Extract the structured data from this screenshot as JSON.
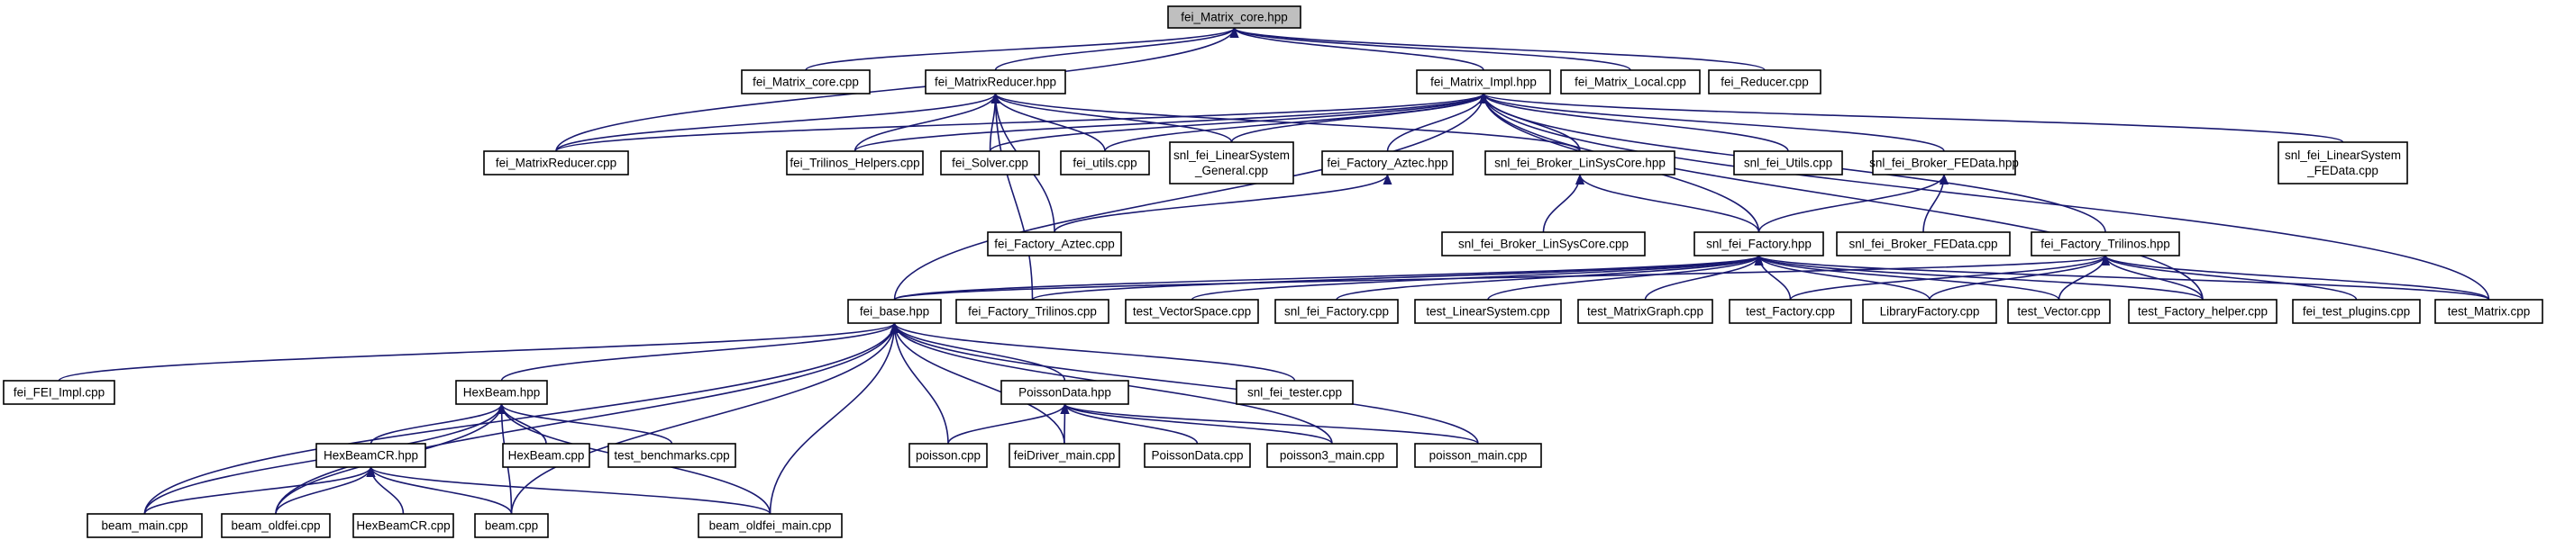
{
  "diagram": {
    "type": "include-dependency-graph",
    "colors": {
      "edge": "#191970",
      "root_fill": "#bfbfbf",
      "node_fill": "#ffffff",
      "border": "#000000"
    },
    "nodes": [
      {
        "id": "n0",
        "label": "fei_Matrix_core.hpp",
        "root": true
      },
      {
        "id": "n1",
        "label": "fei_Matrix_core.cpp"
      },
      {
        "id": "n2",
        "label": "fei_MatrixReducer.hpp"
      },
      {
        "id": "n3",
        "label": "fei_Matrix_Impl.hpp"
      },
      {
        "id": "n4",
        "label": "fei_Matrix_Local.cpp"
      },
      {
        "id": "n5",
        "label": "fei_Reducer.cpp"
      },
      {
        "id": "n6",
        "label": "fei_MatrixReducer.cpp"
      },
      {
        "id": "n7",
        "label": "fei_Trilinos_Helpers.cpp"
      },
      {
        "id": "n8",
        "label": "fei_Solver.cpp"
      },
      {
        "id": "n9",
        "label": "fei_utils.cpp"
      },
      {
        "id": "n10",
        "label": [
          "snl_fei_LinearSystem",
          "_General.cpp"
        ]
      },
      {
        "id": "n11",
        "label": "fei_Factory_Aztec.hpp"
      },
      {
        "id": "n12",
        "label": "snl_fei_Broker_LinSysCore.hpp"
      },
      {
        "id": "n13",
        "label": "snl_fei_Utils.cpp"
      },
      {
        "id": "n14",
        "label": "snl_fei_Broker_FEData.hpp"
      },
      {
        "id": "n15",
        "label": [
          "snl_fei_LinearSystem",
          "_FEData.cpp"
        ]
      },
      {
        "id": "n16",
        "label": "fei_Factory_Aztec.cpp"
      },
      {
        "id": "n17",
        "label": "snl_fei_Broker_LinSysCore.cpp"
      },
      {
        "id": "n18",
        "label": "snl_fei_Factory.hpp"
      },
      {
        "id": "n19",
        "label": "snl_fei_Broker_FEData.cpp"
      },
      {
        "id": "n20",
        "label": "fei_Factory_Trilinos.hpp"
      },
      {
        "id": "n21",
        "label": "fei_base.hpp"
      },
      {
        "id": "n22",
        "label": "fei_Factory_Trilinos.cpp"
      },
      {
        "id": "n23",
        "label": "test_VectorSpace.cpp"
      },
      {
        "id": "n24",
        "label": "snl_fei_Factory.cpp"
      },
      {
        "id": "n25",
        "label": "test_LinearSystem.cpp"
      },
      {
        "id": "n26",
        "label": "test_MatrixGraph.cpp"
      },
      {
        "id": "n27",
        "label": "test_Factory.cpp"
      },
      {
        "id": "n28",
        "label": "LibraryFactory.cpp"
      },
      {
        "id": "n29",
        "label": "test_Vector.cpp"
      },
      {
        "id": "n30",
        "label": "test_Factory_helper.cpp"
      },
      {
        "id": "n31",
        "label": "fei_test_plugins.cpp"
      },
      {
        "id": "n32",
        "label": "test_Matrix.cpp"
      },
      {
        "id": "n33",
        "label": "fei_FEI_Impl.cpp"
      },
      {
        "id": "n34",
        "label": "HexBeam.hpp"
      },
      {
        "id": "n35",
        "label": "PoissonData.hpp"
      },
      {
        "id": "n36",
        "label": "snl_fei_tester.cpp"
      },
      {
        "id": "n37",
        "label": "HexBeamCR.hpp"
      },
      {
        "id": "n38",
        "label": "HexBeam.cpp"
      },
      {
        "id": "n39",
        "label": "test_benchmarks.cpp"
      },
      {
        "id": "n40",
        "label": "poisson.cpp"
      },
      {
        "id": "n41",
        "label": "feiDriver_main.cpp"
      },
      {
        "id": "n42",
        "label": "PoissonData.cpp"
      },
      {
        "id": "n43",
        "label": "poisson3_main.cpp"
      },
      {
        "id": "n44",
        "label": "poisson_main.cpp"
      },
      {
        "id": "n45",
        "label": "beam_main.cpp"
      },
      {
        "id": "n46",
        "label": "beam_oldfei.cpp"
      },
      {
        "id": "n47",
        "label": "HexBeamCR.cpp"
      },
      {
        "id": "n48",
        "label": "beam.cpp"
      },
      {
        "id": "n49",
        "label": "beam_oldfei_main.cpp"
      }
    ],
    "edges": [
      [
        "n1",
        "n0"
      ],
      [
        "n2",
        "n0"
      ],
      [
        "n3",
        "n0"
      ],
      [
        "n4",
        "n0"
      ],
      [
        "n5",
        "n0"
      ],
      [
        "n6",
        "n0"
      ],
      [
        "n6",
        "n2"
      ],
      [
        "n7",
        "n2"
      ],
      [
        "n8",
        "n2"
      ],
      [
        "n9",
        "n2"
      ],
      [
        "n10",
        "n2"
      ],
      [
        "n12",
        "n2"
      ],
      [
        "n16",
        "n2"
      ],
      [
        "n22",
        "n2"
      ],
      [
        "n6",
        "n3"
      ],
      [
        "n7",
        "n3"
      ],
      [
        "n8",
        "n3"
      ],
      [
        "n9",
        "n3"
      ],
      [
        "n10",
        "n3"
      ],
      [
        "n11",
        "n3"
      ],
      [
        "n12",
        "n3"
      ],
      [
        "n13",
        "n3"
      ],
      [
        "n14",
        "n3"
      ],
      [
        "n15",
        "n3"
      ],
      [
        "n18",
        "n3"
      ],
      [
        "n20",
        "n3"
      ],
      [
        "n30",
        "n3"
      ],
      [
        "n32",
        "n3"
      ],
      [
        "n21",
        "n3"
      ],
      [
        "n16",
        "n11"
      ],
      [
        "n17",
        "n12"
      ],
      [
        "n18",
        "n12"
      ],
      [
        "n19",
        "n14"
      ],
      [
        "n18",
        "n14"
      ],
      [
        "n21",
        "n18"
      ],
      [
        "n22",
        "n18"
      ],
      [
        "n23",
        "n18"
      ],
      [
        "n24",
        "n18"
      ],
      [
        "n25",
        "n18"
      ],
      [
        "n26",
        "n18"
      ],
      [
        "n27",
        "n18"
      ],
      [
        "n28",
        "n18"
      ],
      [
        "n29",
        "n18"
      ],
      [
        "n30",
        "n18"
      ],
      [
        "n32",
        "n18"
      ],
      [
        "n21",
        "n20"
      ],
      [
        "n27",
        "n20"
      ],
      [
        "n28",
        "n20"
      ],
      [
        "n29",
        "n20"
      ],
      [
        "n30",
        "n20"
      ],
      [
        "n31",
        "n20"
      ],
      [
        "n32",
        "n20"
      ],
      [
        "n33",
        "n21"
      ],
      [
        "n34",
        "n21"
      ],
      [
        "n35",
        "n21"
      ],
      [
        "n36",
        "n21"
      ],
      [
        "n45",
        "n21"
      ],
      [
        "n46",
        "n21"
      ],
      [
        "n48",
        "n21"
      ],
      [
        "n49",
        "n21"
      ],
      [
        "n40",
        "n21"
      ],
      [
        "n41",
        "n21"
      ],
      [
        "n43",
        "n21"
      ],
      [
        "n44",
        "n21"
      ],
      [
        "n37",
        "n34"
      ],
      [
        "n38",
        "n34"
      ],
      [
        "n39",
        "n34"
      ],
      [
        "n45",
        "n34"
      ],
      [
        "n46",
        "n34"
      ],
      [
        "n48",
        "n34"
      ],
      [
        "n49",
        "n34"
      ],
      [
        "n45",
        "n37"
      ],
      [
        "n46",
        "n37"
      ],
      [
        "n47",
        "n37"
      ],
      [
        "n48",
        "n37"
      ],
      [
        "n49",
        "n37"
      ],
      [
        "n40",
        "n35"
      ],
      [
        "n41",
        "n35"
      ],
      [
        "n42",
        "n35"
      ],
      [
        "n43",
        "n35"
      ],
      [
        "n44",
        "n35"
      ]
    ]
  }
}
